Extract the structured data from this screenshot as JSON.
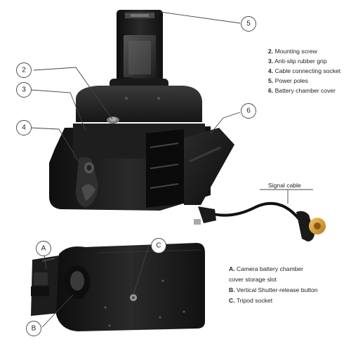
{
  "callouts": {
    "c2": "2",
    "c3": "3",
    "c4": "4",
    "c5": "5",
    "c6": "6",
    "cA": "A",
    "cB": "B",
    "cC": "C"
  },
  "legend_top": [
    {
      "num": "2.",
      "text": "Mounting screw"
    },
    {
      "num": "3.",
      "text": "Anti-slip rubber grip"
    },
    {
      "num": "4.",
      "text": "Cable connecting socket"
    },
    {
      "num": "5.",
      "text": "Power poles"
    },
    {
      "num": "6.",
      "text": "Battery chamber cover"
    }
  ],
  "signal_cable_label": "Signal cable",
  "legend_bottom": [
    {
      "num": "A.",
      "text": "Camera battery chamber"
    },
    {
      "num": "",
      "text": "cover storage slot"
    },
    {
      "num": "B.",
      "text": "Vertical Shutter-release button"
    },
    {
      "num": "C.",
      "text": "Tripod socket"
    }
  ],
  "colors": {
    "grip_body": "#1b1b1b",
    "grip_highlight": "#3a3a3a",
    "cable": "#111111",
    "connector_gold": "#d7a03a",
    "callout_stroke": "#444444"
  }
}
